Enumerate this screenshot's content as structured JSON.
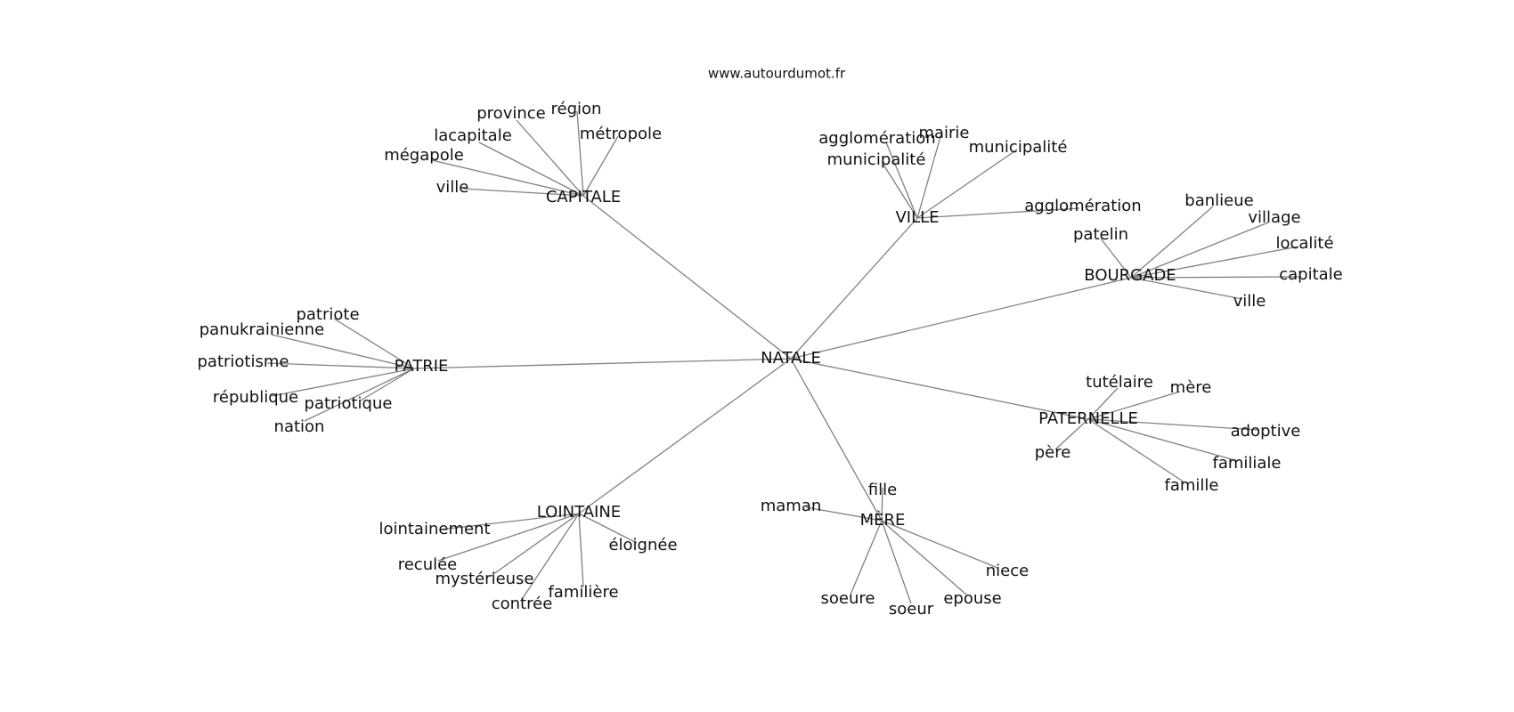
{
  "source": "www.autourdumot.fr",
  "graph": {
    "center": "NATALE",
    "groups": [
      {
        "hub": "CAPITALE",
        "words": [
          "province",
          "région",
          "lacapitale",
          "métropole",
          "mégapole",
          "ville"
        ]
      },
      {
        "hub": "VILLE",
        "words": [
          "agglomération",
          "mairie",
          "municipalité",
          "municipalité",
          "agglomération"
        ]
      },
      {
        "hub": "BOURGADE",
        "words": [
          "banlieue",
          "village",
          "patelin",
          "localité",
          "capitale",
          "ville"
        ]
      },
      {
        "hub": "PATRIE",
        "words": [
          "patriote",
          "panukrainienne",
          "patriotisme",
          "république",
          "patriotique",
          "nation"
        ]
      },
      {
        "hub": "PATERNELLE",
        "words": [
          "tutélaire",
          "mère",
          "adoptive",
          "père",
          "familiale",
          "famille"
        ]
      },
      {
        "hub": "LOINTAINE",
        "words": [
          "lointainement",
          "éloignée",
          "reculée",
          "mystérieuse",
          "familière",
          "contrée"
        ]
      },
      {
        "hub": "MÈRE",
        "words": [
          "fille",
          "maman",
          "niece",
          "soeure",
          "epouse",
          "soeur"
        ]
      }
    ]
  }
}
